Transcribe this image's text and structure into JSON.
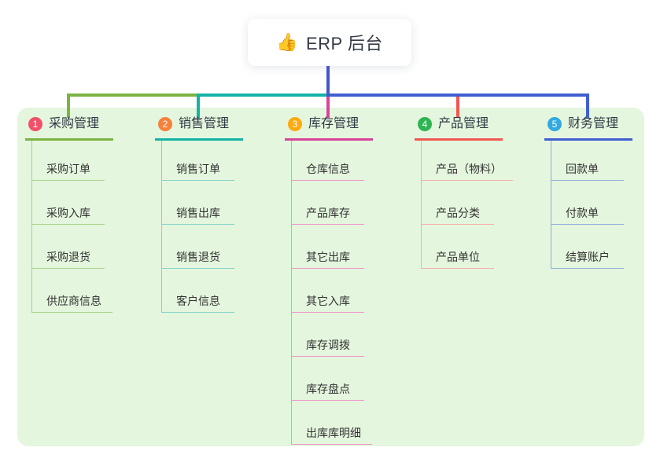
{
  "root": {
    "icon": "👍",
    "title": "ERP 后台",
    "line_color": "#4456cd"
  },
  "panel": {
    "background": "#e4f6de"
  },
  "branches": [
    {
      "num": "1",
      "label": "采购管理",
      "badge_color": "#f0506a",
      "line_color": "#7cb342",
      "child_line_color": "#a9d189",
      "children": [
        "采购订单",
        "采购入库",
        "采购退货",
        "供应商信息"
      ]
    },
    {
      "num": "2",
      "label": "销售管理",
      "badge_color": "#f6813a",
      "line_color": "#14b3a6",
      "child_line_color": "#82d2ca",
      "children": [
        "销售订单",
        "销售出库",
        "销售退货",
        "客户信息"
      ]
    },
    {
      "num": "3",
      "label": "库存管理",
      "badge_color": "#fbab11",
      "line_color": "#d8439c",
      "child_line_color": "#ef95c7",
      "children": [
        "仓库信息",
        "产品库存",
        "其它出库",
        "其它入库",
        "库存调拨",
        "库存盘点",
        "出库库明细"
      ]
    },
    {
      "num": "4",
      "label": "产品管理",
      "badge_color": "#2eb553",
      "line_color": "#f25752",
      "child_line_color": "#f8aca8",
      "children": [
        "产品（物料）",
        "产品分类",
        "产品单位"
      ]
    },
    {
      "num": "5",
      "label": "财务管理",
      "badge_color": "#33a9e0",
      "line_color": "#3f5ed0",
      "child_line_color": "#92a9dc",
      "children": [
        "回款单",
        "付款单",
        "结算账户"
      ]
    }
  ]
}
